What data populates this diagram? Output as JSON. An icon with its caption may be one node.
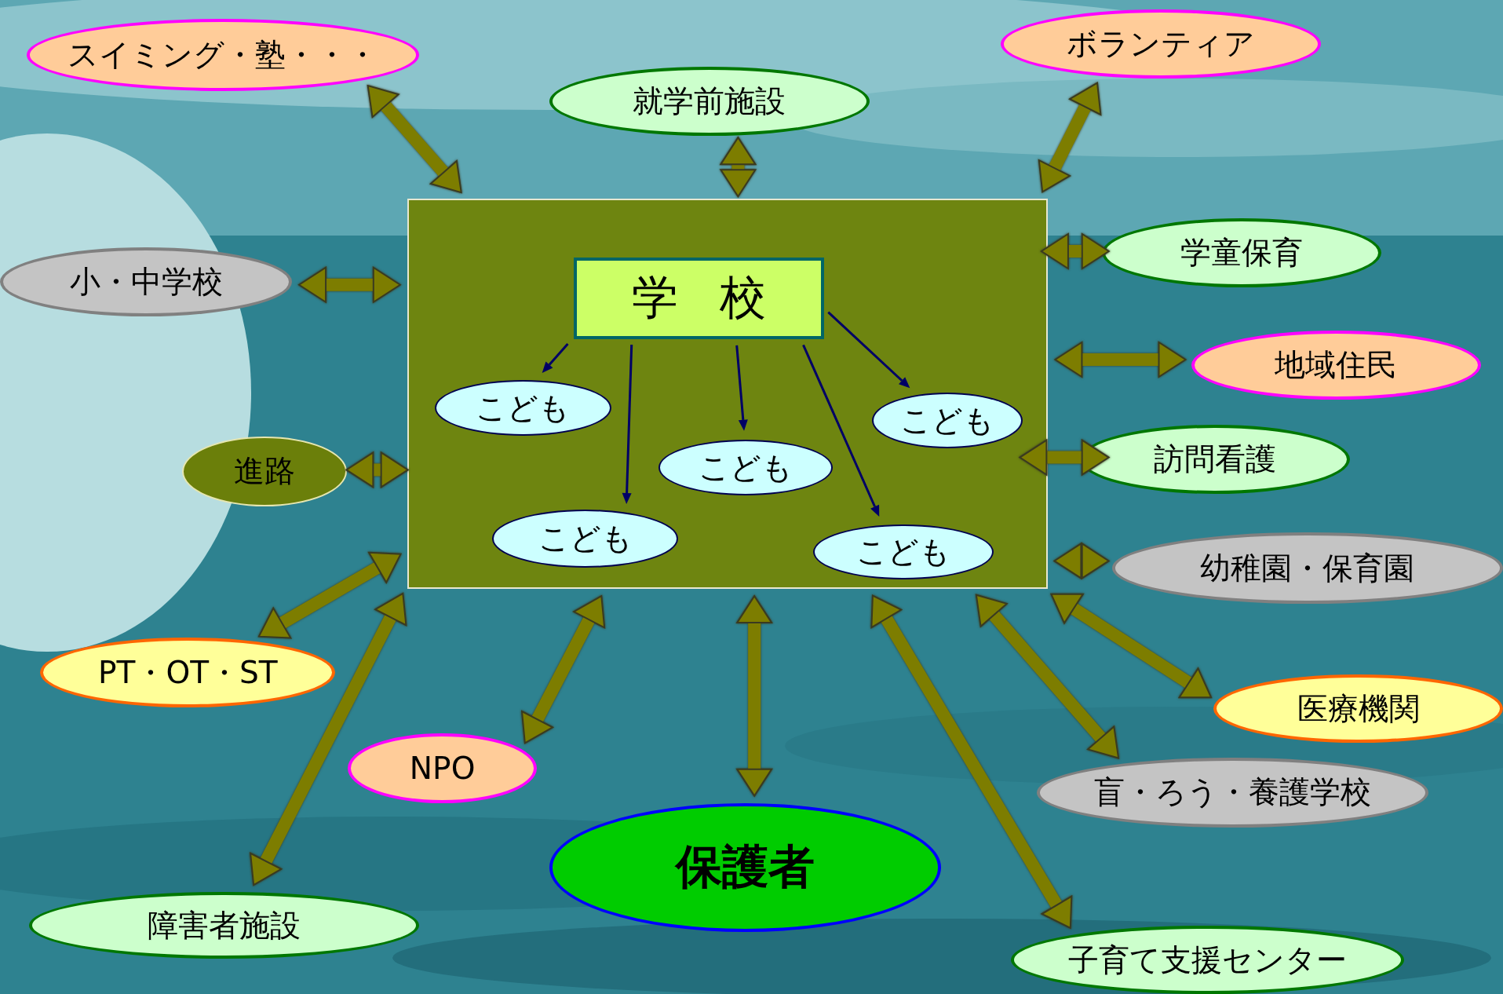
{
  "diagram": {
    "nodes": [
      {
        "text": [],
        "shape": "box"
      },
      {
        "text": [
          "学校"
        ],
        "in": 0
      },
      {
        "text": [
          "こども"
        ],
        "in": 0
      },
      {
        "text": [
          "こども"
        ],
        "in": 0
      },
      {
        "text": [
          "こども"
        ],
        "in": 0
      },
      {
        "text": [
          "こども"
        ],
        "in": 0
      },
      {
        "text": [
          "こども"
        ],
        "in": 0
      },
      {
        "text": [
          "スイミング・塾・・・"
        ]
      },
      {
        "text": [
          "就学前施設"
        ]
      },
      {
        "text": [
          "ボランティア"
        ]
      },
      {
        "text": [
          "小・中学校"
        ]
      },
      {
        "text": [
          "学童保育"
        ]
      },
      {
        "text": [
          "地域住民"
        ]
      },
      {
        "text": [
          "進路"
        ]
      },
      {
        "text": [
          "訪問看護"
        ]
      },
      {
        "text": [
          "幼稚園・保育園"
        ]
      },
      {
        "text": [
          "PT・OT・ST"
        ]
      },
      {
        "text": [
          "医療機関"
        ]
      },
      {
        "text": [
          "NPO"
        ]
      },
      {
        "text": [
          "盲・ろう・養護学校"
        ]
      },
      {
        "text": [
          "保護者"
        ]
      },
      {
        "text": [
          "障害者施設"
        ]
      },
      {
        "text": [
          "子育て支援センター"
        ]
      }
    ],
    "edges": [
      {
        "from": 1,
        "to": 2,
        "arrow": "to",
        "color": "#000066"
      },
      {
        "from": 1,
        "to": 3,
        "arrow": "to",
        "color": "#000066"
      },
      {
        "from": 1,
        "to": 4,
        "arrow": "to",
        "color": "#000066"
      },
      {
        "from": 1,
        "to": 5,
        "arrow": "to",
        "color": "#000066"
      },
      {
        "from": 1,
        "to": 6,
        "arrow": "to",
        "color": "#000066"
      },
      {
        "from": 7,
        "to": 0,
        "arrow": "both"
      },
      {
        "from": 8,
        "to": 0,
        "arrow": "both"
      },
      {
        "from": 9,
        "to": 0,
        "arrow": "both"
      },
      {
        "from": 10,
        "to": 0,
        "arrow": "both"
      },
      {
        "from": 11,
        "to": 0,
        "arrow": "both"
      },
      {
        "from": 12,
        "to": 0,
        "arrow": "both"
      },
      {
        "from": 13,
        "to": 0,
        "arrow": "both"
      },
      {
        "from": 14,
        "to": 0,
        "arrow": "both"
      },
      {
        "from": 15,
        "to": 0,
        "arrow": "both"
      },
      {
        "from": 16,
        "to": 0,
        "arrow": "both"
      },
      {
        "from": 17,
        "to": 0,
        "arrow": "both"
      },
      {
        "from": 18,
        "to": 0,
        "arrow": "both"
      },
      {
        "from": 19,
        "to": 0,
        "arrow": "both"
      },
      {
        "from": 20,
        "to": 0,
        "arrow": "both"
      },
      {
        "from": 21,
        "to": 0,
        "arrow": "both"
      },
      {
        "from": 22,
        "to": 0,
        "arrow": "both"
      }
    ]
  }
}
